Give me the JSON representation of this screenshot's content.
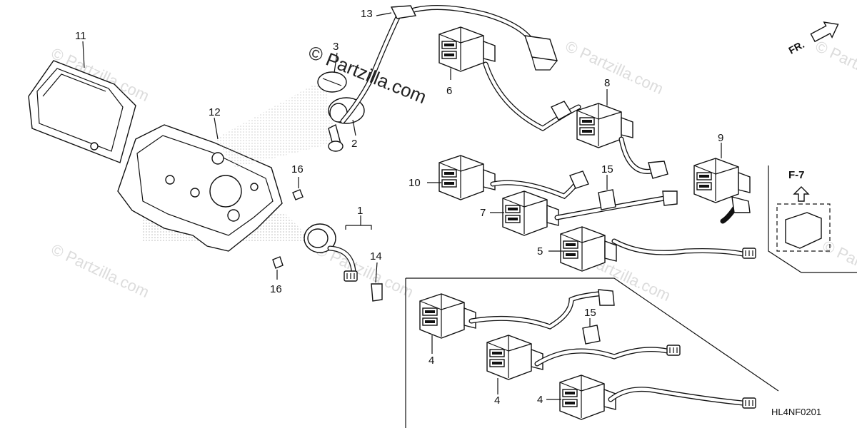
{
  "watermark": {
    "main_text": "© Partzilla.com",
    "repeat_text": "© Partzilla.com"
  },
  "diagram_code": "HL4NF0201",
  "direction_label": "FR.",
  "reference_label": "F-7",
  "callouts": [
    "1",
    "2",
    "3",
    "4",
    "4",
    "4",
    "5",
    "6",
    "7",
    "8",
    "9",
    "10",
    "11",
    "12",
    "13",
    "14",
    "15",
    "15",
    "16",
    "16"
  ],
  "colors": {
    "ink": "#111111",
    "watermark": "#dcdcdc",
    "background": "#ffffff"
  }
}
